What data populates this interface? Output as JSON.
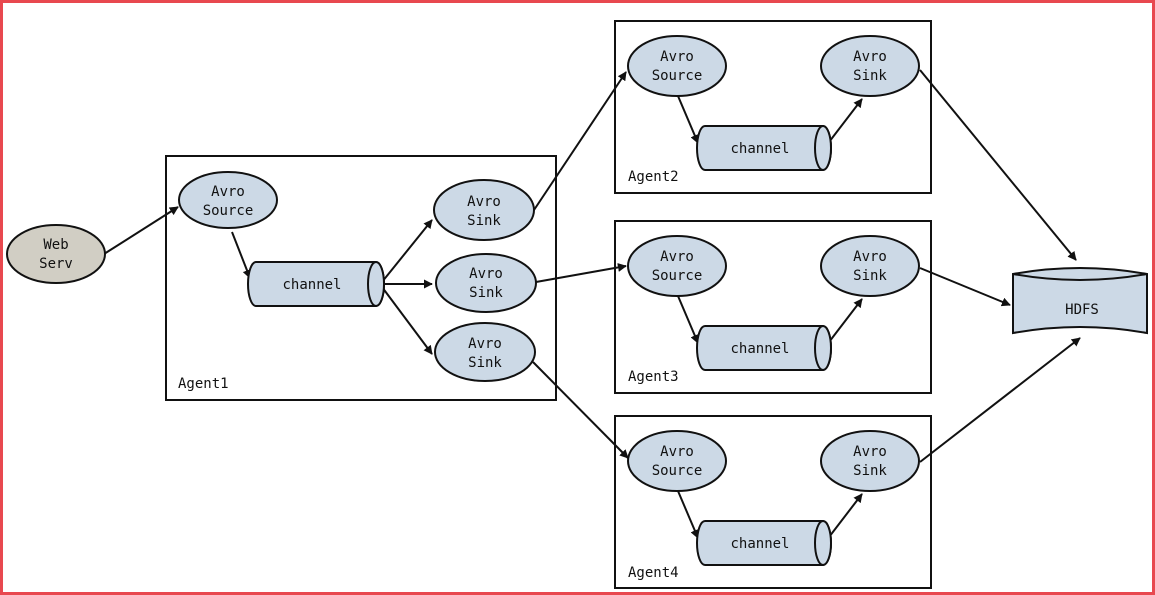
{
  "diagram": {
    "source": {
      "line1": "Web",
      "line2": "Serv"
    },
    "hdfs": {
      "label": "HDFS"
    },
    "agents": [
      {
        "name": "Agent1",
        "source": {
          "line1": "Avro",
          "line2": "Source"
        },
        "channel": "channel",
        "sinks": [
          {
            "line1": "Avro",
            "line2": "Sink"
          },
          {
            "line1": "Avro",
            "line2": "Sink"
          },
          {
            "line1": "Avro",
            "line2": "Sink"
          }
        ]
      },
      {
        "name": "Agent2",
        "source": {
          "line1": "Avro",
          "line2": "Source"
        },
        "channel": "channel",
        "sink": {
          "line1": "Avro",
          "line2": "Sink"
        }
      },
      {
        "name": "Agent3",
        "source": {
          "line1": "Avro",
          "line2": "Source"
        },
        "channel": "channel",
        "sink": {
          "line1": "Avro",
          "line2": "Sink"
        }
      },
      {
        "name": "Agent4",
        "source": {
          "line1": "Avro",
          "line2": "Source"
        },
        "channel": "channel",
        "sink": {
          "line1": "Avro",
          "line2": "Sink"
        }
      }
    ]
  },
  "colors": {
    "frame": "#e8484f",
    "node_fill": "#ccd9e6",
    "web_fill": "#d1cec4"
  }
}
